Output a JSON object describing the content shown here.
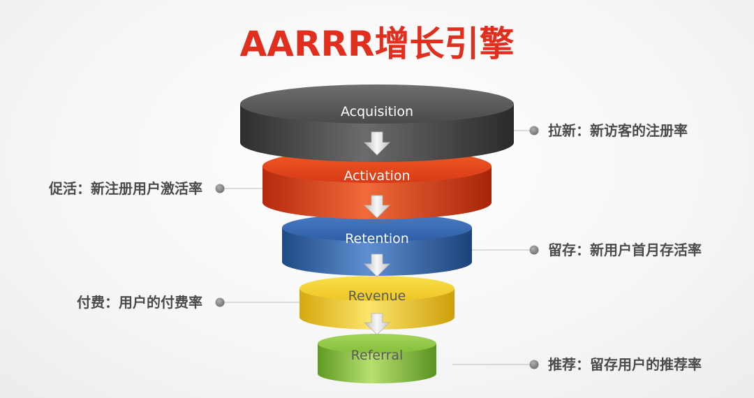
{
  "title": "AARRR增长引擎",
  "stages": [
    {
      "key": "acquisition",
      "label": "Acquisition",
      "color": "#4a4a4a"
    },
    {
      "key": "activation",
      "label": "Activation",
      "color": "#e0401c"
    },
    {
      "key": "retention",
      "label": "Retention",
      "color": "#2f5fa3"
    },
    {
      "key": "revenue",
      "label": "Revenue",
      "color": "#f0d030"
    },
    {
      "key": "referral",
      "label": "Referral",
      "color": "#86c03a"
    }
  ],
  "metrics": [
    {
      "stage": "acquisition",
      "side": "right",
      "text": "拉新：新访客的注册率"
    },
    {
      "stage": "activation",
      "side": "left",
      "text": "促活：新注册用户激活率"
    },
    {
      "stage": "retention",
      "side": "right",
      "text": "留存：新用户首月存活率"
    },
    {
      "stage": "revenue",
      "side": "left",
      "text": "付费：用户的付费率"
    },
    {
      "stage": "referral",
      "side": "right",
      "text": "推荐：留存用户的推荐率"
    }
  ],
  "colors": {
    "title": "#e02f1f",
    "connector": "#bdbdbd",
    "dot": "#8a8a8a",
    "metric_text": "#4a4a4a",
    "arrow": "#e6e6e6"
  }
}
